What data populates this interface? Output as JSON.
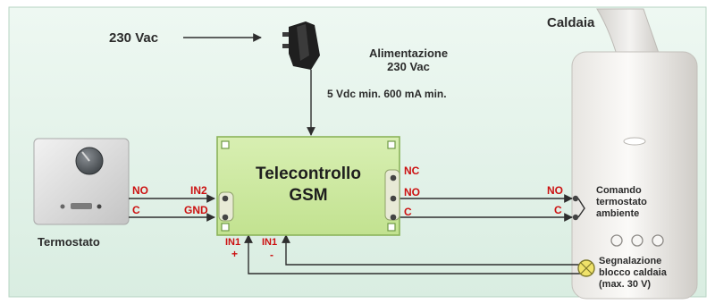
{
  "power": {
    "input_label": "230 Vac",
    "supply_title": "Alimentazione",
    "supply_voltage": "230 Vac",
    "supply_spec": "5 Vdc min. 600 mA min."
  },
  "gsm_module": {
    "title_line1": "Telecontrollo",
    "title_line2": "GSM",
    "terminals": {
      "in2": "IN2",
      "gnd": "GND",
      "nc": "NC",
      "no": "NO",
      "c": "C",
      "in1_plus": "IN1",
      "in1_minus": "IN1",
      "plus": "+",
      "minus": "-"
    }
  },
  "thermostat": {
    "label": "Termostato",
    "no": "NO",
    "c": "C"
  },
  "boiler": {
    "label": "Caldaia",
    "no": "NO",
    "c": "C",
    "command_line1": "Comando",
    "command_line2": "termostato",
    "command_line3": "ambiente",
    "signal_line1": "Segnalazione",
    "signal_line2": "blocco caldaia",
    "signal_line3": "(max. 30 V)"
  },
  "colors": {
    "background": "#e1f1e8",
    "module_fill": "#cfe9a4",
    "module_border": "#8bb35a",
    "wire": "#2e2e2e",
    "label_red": "#cc1111",
    "text_dark": "#2b2b2b"
  }
}
